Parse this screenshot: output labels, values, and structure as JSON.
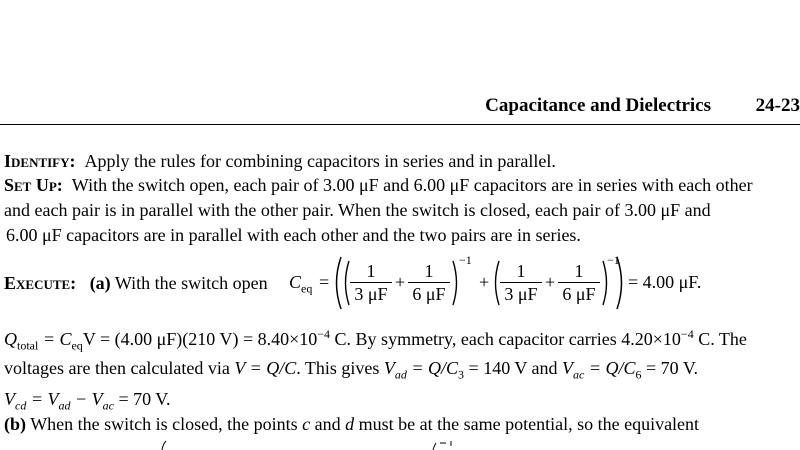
{
  "running_head": {
    "title": "Capacitance and Dielectrics",
    "page": "24-23"
  },
  "identify": {
    "label": "Identify:",
    "text": "Apply the rules for combining capacitors in series and in parallel."
  },
  "setup": {
    "label": "Set Up:",
    "line1": "With the switch open, each pair of 3.00 μF  and  6.00 μF  capacitors are in series with each other",
    "line2": "and each pair is in parallel with the other pair. When the switch is closed, each pair of  3.00 μF  and",
    "line3": "6.00 μF  capacitors are in parallel with each other and the two pairs are in series."
  },
  "execute": {
    "label": "Execute:",
    "part_a": "(a)",
    "intro": "With the switch open",
    "ceq": "C",
    "ceq_sub": "eq",
    "equals": "=",
    "frac_num": "1",
    "frac_den_3": "3 μF",
    "frac_den_6": "6 μF",
    "plus": "+",
    "exponent": "−1",
    "result": "= 4.00 μF."
  },
  "body": {
    "qtotal_line": {
      "q": "Q",
      "q_sub": "total",
      "mid1": " = C",
      "ceq_sub": "eq",
      "mid2": "V = (4.00 μF)(210 V) = 8.40×10",
      "exp1": "−4",
      "mid3": " C.  By symmetry, each capacitor carries  4.20×10",
      "exp2": "−4",
      "tail": " C.  The"
    },
    "voltages_line": {
      "lead": "voltages are then calculated via ",
      "formula": "V = Q/C",
      "mid": ". This gives ",
      "vad": "V",
      "vad_sub": "ad",
      "vad_eq": " = Q/C",
      "c3_sub": "3",
      "vad_val": " = 140 V  and ",
      "vac": "V",
      "vac_sub": "ac",
      "vac_eq": " = Q/C",
      "c6_sub": "6",
      "vac_val": " = 70 V."
    },
    "vcd_line": {
      "v": "V",
      "cd_sub": "cd",
      "eq": " = V",
      "ad_sub": "ad",
      "minus": " − V",
      "ac_sub": "ac",
      "val": " = 70 V."
    },
    "part_b": {
      "label": "(b)",
      "text1": "When the switch is closed, the points ",
      "c": "c",
      "and": " and ",
      "d": "d",
      "text2": " must be at the same potential, so the equivalent"
    }
  }
}
